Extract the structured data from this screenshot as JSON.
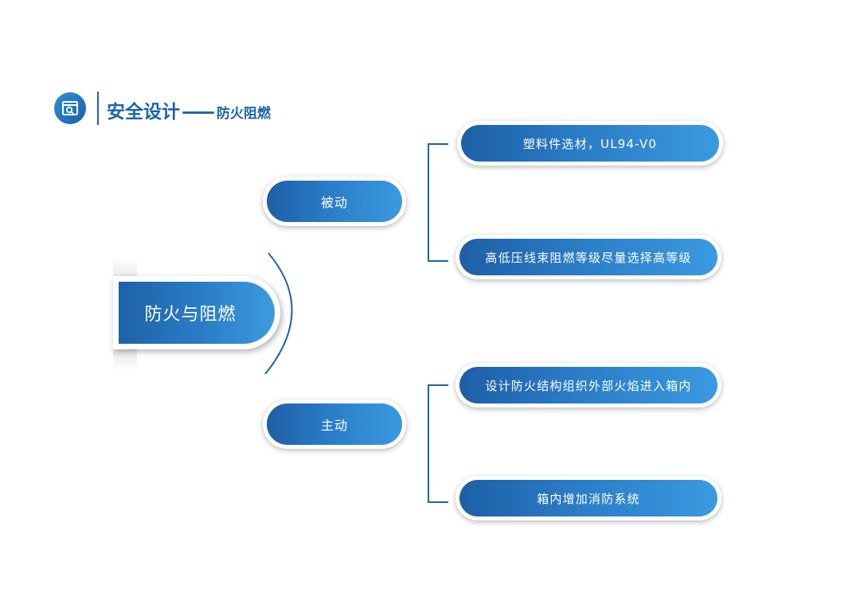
{
  "header": {
    "title": "安全设计",
    "dash": "——",
    "subtitle": "防火阻燃",
    "icon": "search-window-icon"
  },
  "center": {
    "label": "防火与阻燃"
  },
  "branches": [
    {
      "label": "被动",
      "items": [
        {
          "label": "塑料件选材，UL94-V0"
        },
        {
          "label": "高低压线束阻燃等级尽量选择高等级"
        }
      ]
    },
    {
      "label": "主动",
      "items": [
        {
          "label": "设计防火结构组织外部火焰进入箱内"
        },
        {
          "label": "箱内增加消防系统"
        }
      ]
    }
  ],
  "colors": {
    "primary": "#1a64a8",
    "pill_start": "#1d5fa6",
    "pill_end": "#3a9ae0"
  }
}
